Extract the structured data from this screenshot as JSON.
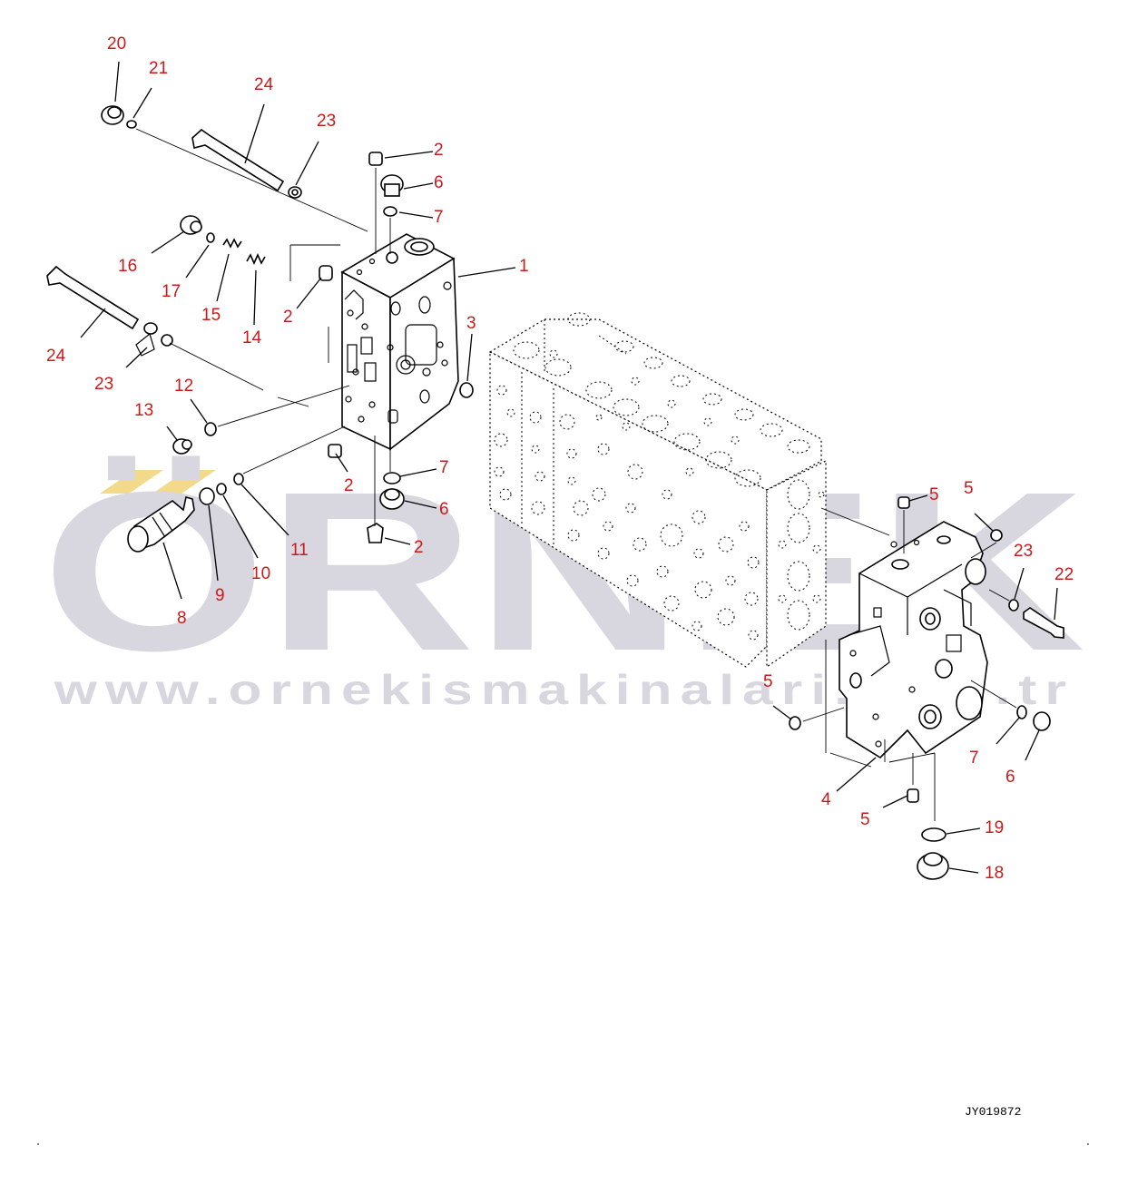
{
  "colors": {
    "label": "#cc1a1a",
    "watermark": "#d8d6de",
    "watermark_accent": "#f3d98a",
    "line": "#000000"
  },
  "watermark": {
    "brand": "ÖRNEK",
    "url": "www.ornekismakinalari.com.tr"
  },
  "document_id": "JY019872",
  "callouts": [
    "20",
    "21",
    "24",
    "23",
    "2",
    "6",
    "7",
    "1",
    "16",
    "17",
    "15",
    "14",
    "2",
    "24",
    "23",
    "3",
    "12",
    "13",
    "7",
    "2",
    "6",
    "2",
    "11",
    "10",
    "9",
    "8",
    "5",
    "5",
    "23",
    "22",
    "5",
    "7",
    "6",
    "4",
    "5",
    "19",
    "18"
  ]
}
